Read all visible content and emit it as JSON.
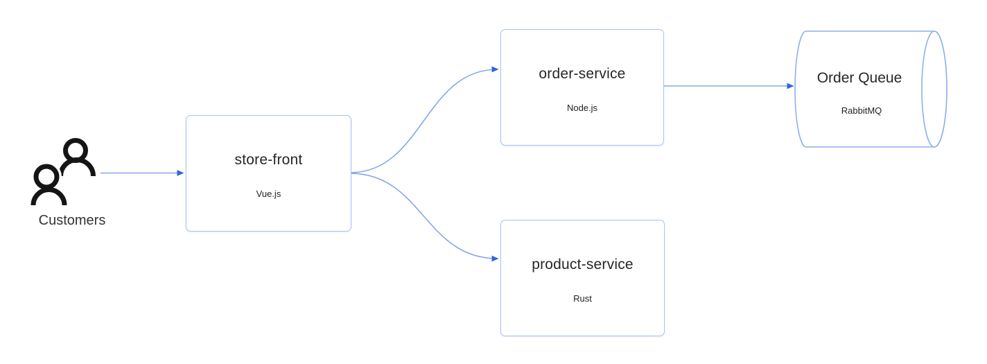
{
  "diagram": {
    "nodes": {
      "customers": {
        "label": "Customers",
        "icon": "people-icon"
      },
      "store_front": {
        "title": "store-front",
        "subtitle": "Vue.js"
      },
      "order_service": {
        "title": "order-service",
        "subtitle": "Node.js"
      },
      "product_service": {
        "title": "product-service",
        "subtitle": "Rust"
      },
      "order_queue": {
        "title": "Order Queue",
        "subtitle": "RabbitMQ",
        "shape": "cylinder"
      }
    },
    "edges": [
      {
        "from": "customers",
        "to": "store_front"
      },
      {
        "from": "store_front",
        "to": "order_service"
      },
      {
        "from": "store_front",
        "to": "product_service"
      },
      {
        "from": "order_service",
        "to": "order_queue"
      }
    ],
    "colors": {
      "box_border": "#a9c2f3",
      "cylinder_border": "#8fafee",
      "connector_line": "#85a6ec",
      "arrowhead": "#2f66da",
      "icon": "#151515",
      "title_text": "#262626",
      "background": "#ffffff"
    }
  }
}
